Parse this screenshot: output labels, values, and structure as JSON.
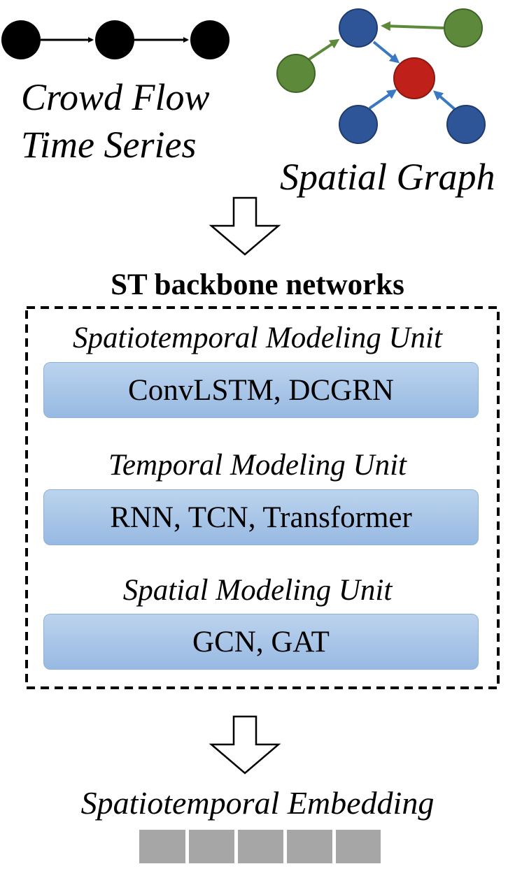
{
  "inputs": {
    "time_series_line1": "Crowd Flow",
    "time_series_line2": "Time Series",
    "spatial_graph": "Spatial Graph"
  },
  "backbone": {
    "title": "ST backbone networks",
    "units": [
      {
        "title": "Spatiotemporal Modeling Unit",
        "methods": "ConvLSTM, DCGRN"
      },
      {
        "title": "Temporal Modeling Unit",
        "methods": "RNN, TCN, Transformer"
      },
      {
        "title": "Spatial Modeling Unit",
        "methods": "GCN, GAT"
      }
    ]
  },
  "output": {
    "label": "Spatiotemporal Embedding",
    "cells": 5
  },
  "colors": {
    "node_black": "#000000",
    "node_blue": "#2e5597",
    "node_green": "#5c8a3a",
    "node_red": "#c0201a",
    "arrow_blue": "#3a78c4",
    "arrow_green": "#5c8a3a",
    "embedding_cell": "#a6a6a6"
  }
}
